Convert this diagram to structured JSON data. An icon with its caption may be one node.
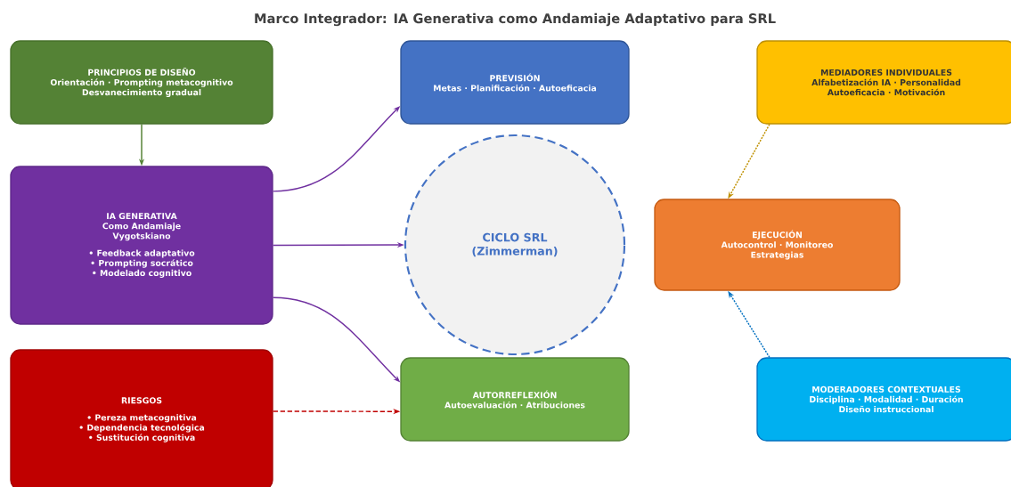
{
  "diagram": {
    "title": "Marco Integrador: IA Generativa como Andamiaje Adaptativo para SRL",
    "nodes": [
      {
        "text": [
          "PRINCIPIOS DE DISEÑO",
          "Orientación · Prompting metacognitivo",
          "Desvanecimiento gradual"
        ]
      },
      {
        "text": [
          "IA GENERATIVA",
          "Como Andamiaje",
          "Vygotskiano",
          "• Feedback adaptativo",
          "• Prompting socrático",
          "• Modelado cognitivo"
        ]
      },
      {
        "text": [
          "RIESGOS",
          "• Pereza metacognitiva",
          "• Dependencia tecnológica",
          "• Sustitución cognitiva"
        ]
      },
      {
        "text": [
          "PREVISIÓN",
          "Metas · Planificación · Autoeficacia"
        ]
      },
      {
        "text": [
          "CICLO SRL",
          "(Zimmerman)"
        ]
      },
      {
        "text": [
          "AUTORREFLEXIÓN",
          "Autoevaluación · Atribuciones"
        ]
      },
      {
        "text": [
          "MEDIADORES INDIVIDUALES",
          "Alfabetización IA · Personalidad",
          "Autoeficacia · Motivación"
        ]
      },
      {
        "text": [
          "EJECUCIÓN",
          "Autocontrol · Monitoreo",
          "Estrategias"
        ]
      },
      {
        "text": [
          "MODERADORES CONTEXTUALES",
          "Disciplina · Modalidad · Duración",
          "Diseño instruccional"
        ]
      }
    ],
    "edges": [
      {
        "from": 0,
        "to": 1,
        "arrow": "to",
        "color": "#548235"
      },
      {
        "from": 1,
        "to": 3,
        "arrow": "to"
      },
      {
        "from": 1,
        "to": 4,
        "arrow": "to"
      },
      {
        "from": 1,
        "to": 5,
        "arrow": "to"
      },
      {
        "from": 2,
        "to": 5,
        "arrow": "to",
        "style": "dashed",
        "color": "#c00000"
      },
      {
        "from": 6,
        "to": 7,
        "arrow": "to",
        "style": "dashed",
        "color": "#bf9000"
      },
      {
        "from": 8,
        "to": 7,
        "arrow": "to",
        "style": "dashed",
        "color": "#0070c0"
      }
    ]
  }
}
